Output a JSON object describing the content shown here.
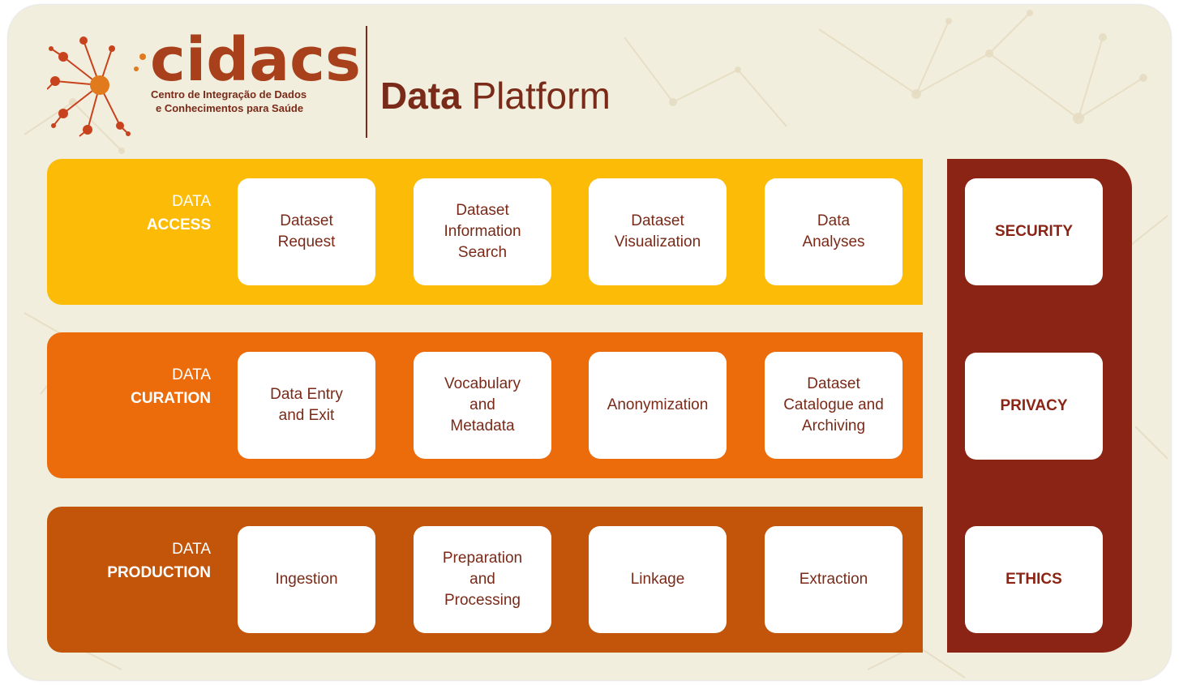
{
  "header": {
    "brand_name": "cidacs",
    "brand_subtitle_line1": "Centro de Integração de Dados",
    "brand_subtitle_line2": "e Conhecimentos para Saúde",
    "title_bold": "Data",
    "title_regular": "Platform"
  },
  "layers": [
    {
      "label_line1": "DATA",
      "label_line2": "ACCESS",
      "color": "#fbbb06",
      "components": [
        "Dataset\nRequest",
        "Dataset\nInformation\nSearch",
        "Dataset\nVisualization",
        "Data\nAnalyses"
      ]
    },
    {
      "label_line1": "DATA",
      "label_line2": "CURATION",
      "color": "#ec6c0c",
      "components": [
        "Data Entry\nand Exit",
        "Vocabulary\nand\nMetadata",
        "Anonymization",
        "Dataset\nCatalogue and\nArchiving"
      ]
    },
    {
      "label_line1": "DATA",
      "label_line2": "PRODUCTION",
      "color": "#c25509",
      "components": [
        "Ingestion",
        "Preparation\nand\nProcessing",
        "Linkage",
        "Extraction"
      ]
    }
  ],
  "pillar": {
    "color": "#8b2414",
    "items": [
      "SECURITY",
      "PRIVACY",
      "ETHICS"
    ]
  },
  "icons": {
    "logo": "cidacs-network-logo-icon",
    "background": "network-pattern-decoration"
  }
}
